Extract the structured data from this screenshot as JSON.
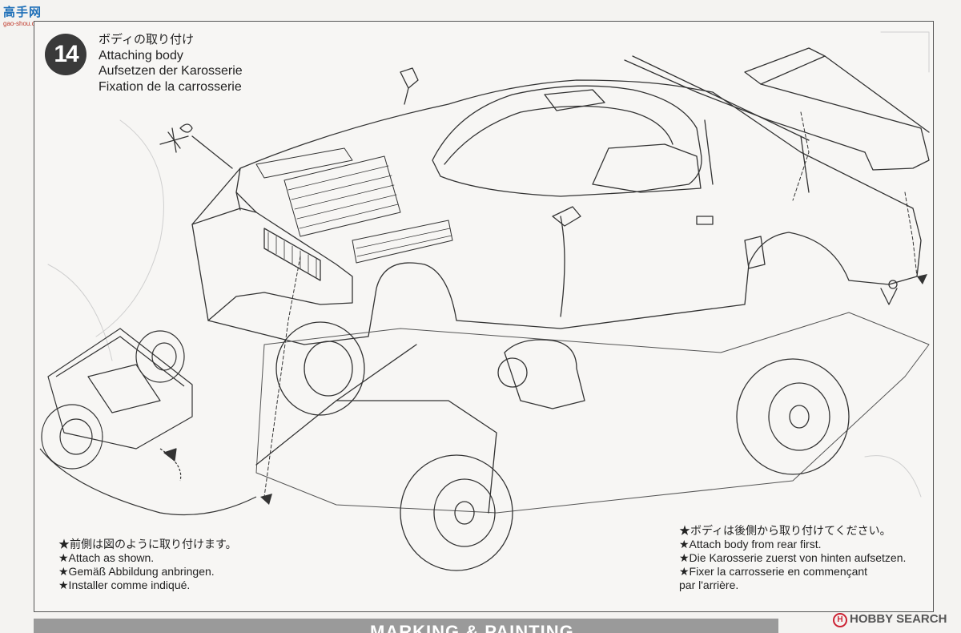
{
  "site_logo": {
    "glyphs": "高手网",
    "url": "gao-shou.com"
  },
  "step": {
    "number": "14",
    "title_jp": "ボディの取り付け",
    "title_en": "Attaching body",
    "title_de": "Aufsetzen der Karosserie",
    "title_fr": "Fixation de la carrosserie"
  },
  "notes": {
    "left": [
      "★前側は図のように取り付けます。",
      "★Attach as shown.",
      "★Gemäß Abbildung anbringen.",
      "★Installer comme indiqué."
    ],
    "right": [
      "★ボディは後側から取り付けてください。",
      "★Attach body from rear first.",
      "★Die Karosserie zuerst von hinten aufsetzen.",
      "★Fixer la carrosserie en commençant",
      "par l'arrière."
    ]
  },
  "section_footer": "MARKING & PAINTING",
  "watermark": {
    "icon": "hobbysearch-h-icon",
    "text": "HOBBY SEARCH"
  },
  "colors": {
    "ink": "#333333",
    "frame": "#555555",
    "step_badge": "#3a3a3a",
    "footer_bar": "#9a9a9a"
  }
}
